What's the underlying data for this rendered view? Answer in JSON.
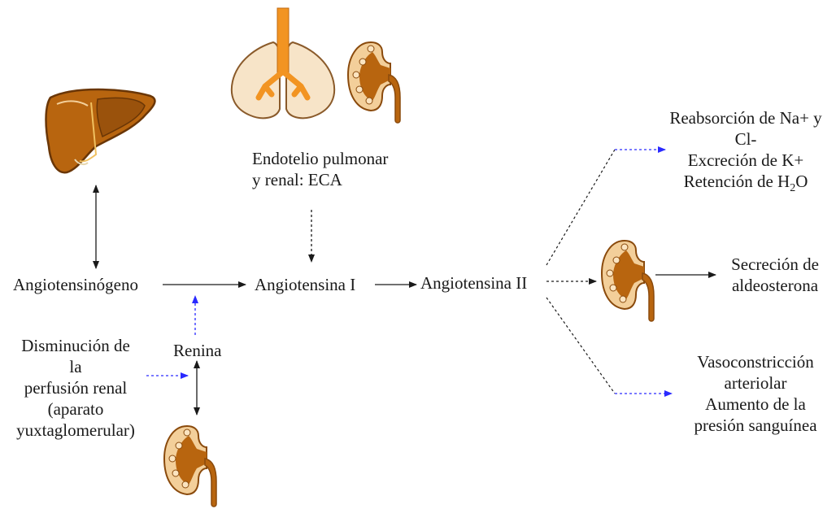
{
  "colors": {
    "organ_dark": "#8a4a0c",
    "organ_fill": "#b8650f",
    "organ_light": "#f3cf9a",
    "bronchi": "#f29422",
    "lung_outline": "#8a5a2a",
    "arrow_black": "#1a1a1a",
    "arrow_blue": "#2a2aff"
  },
  "icons": {
    "liver": "liver-icon",
    "lungs": "lungs-icon",
    "kidney": "kidney-icon"
  },
  "nodes": {
    "angiotensinogen": "Angiotensinógeno",
    "angiotensin_i": "Angiotensina I",
    "angiotensin_ii": "Angiotensina II",
    "renin": "Renina",
    "endothelium": [
      "Endotelio pulmonar",
      "y renal: ECA"
    ],
    "perfusion": [
      "Disminución de",
      "la",
      "perfusión renal",
      "(aparato",
      "yuxtaglomerular)"
    ],
    "aldosterone": [
      "Secreción de",
      "aldeosterona"
    ]
  },
  "effects": {
    "renal_line1": "Reabsorción de Na+ y",
    "renal_line2": "Cl-",
    "renal_line3": "Excreción de K+",
    "renal_line4_prefix": "Retención de H",
    "renal_line4_sub": "2",
    "renal_line4_suffix": "O",
    "vascular": [
      "Vasoconstricción",
      "arteriolar",
      "Aumento de la",
      "presión sanguínea"
    ]
  }
}
